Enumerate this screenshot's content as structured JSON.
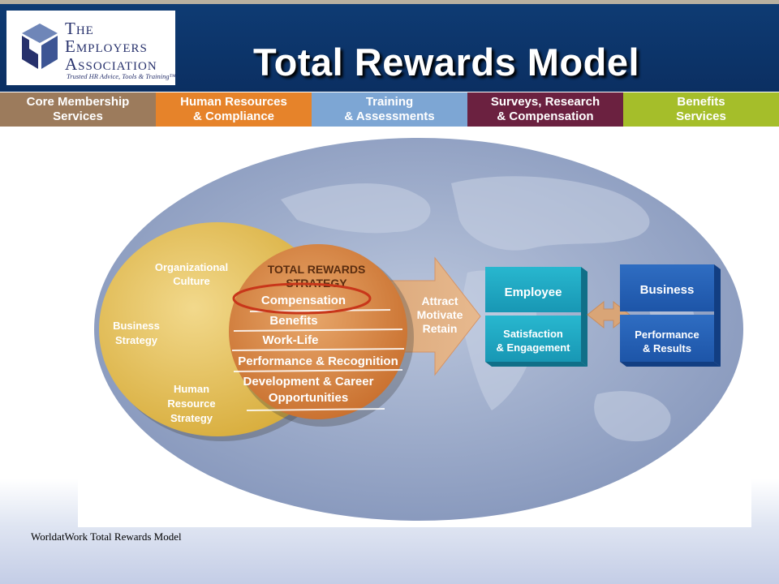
{
  "logo": {
    "line1": "The",
    "line2": "Employers",
    "line3": "Association",
    "tagline": "Trusted HR Advice, Tools & Training™"
  },
  "page_title": "Total Rewards Model",
  "nav": [
    {
      "label": "Core Membership\nServices",
      "color": "#9c7b5c"
    },
    {
      "label": "Human Resources\n& Compliance",
      "color": "#e6832a"
    },
    {
      "label": "Training\n& Assessments",
      "color": "#7da6d4"
    },
    {
      "label": "Surveys, Research\n& Compensation",
      "color": "#6b2140"
    },
    {
      "label": "Benefits\nServices",
      "color": "#a5be2a"
    }
  ],
  "diagram": {
    "yellow_circle": {
      "items": [
        {
          "line1": "Organizational",
          "line2": "Culture"
        },
        {
          "line1": "Business",
          "line2": "Strategy"
        },
        {
          "line1": "Human",
          "line2": "Resource",
          "line3": "Strategy"
        }
      ]
    },
    "strategy_circle": {
      "title1": "TOTAL REWARDS",
      "title2": "STRATEGY",
      "items": [
        "Compensation",
        "Benefits",
        "Work-Life",
        "Performance & Recognition",
        "Development & Career",
        "Opportunities"
      ]
    },
    "arrow": {
      "line1": "Attract",
      "line2": "Motivate",
      "line3": "Retain"
    },
    "employee_box": {
      "top": "Employee",
      "bottom1": "Satisfaction",
      "bottom2": "& Engagement"
    },
    "business_box": {
      "top": "Business",
      "bottom1": "Performance",
      "bottom2": "& Results"
    },
    "highlight_color": "#c8361a"
  },
  "caption": "WorldatWork Total Rewards Model"
}
